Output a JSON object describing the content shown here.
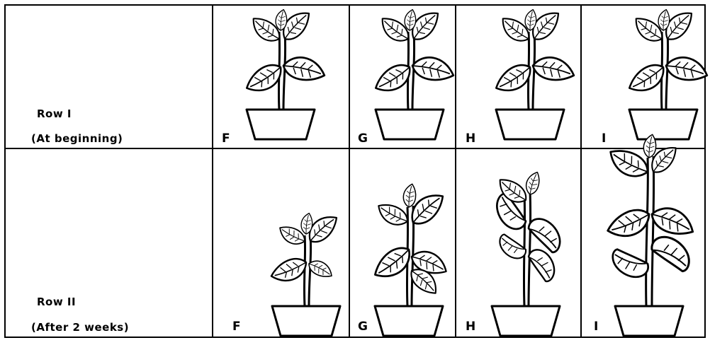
{
  "rows": [
    {
      "title": "Row I",
      "subtitle": "(At beginning)",
      "plants": [
        {
          "letter": "F",
          "icon": "healthy-plant-icon"
        },
        {
          "letter": "G",
          "icon": "healthy-plant-icon"
        },
        {
          "letter": "H",
          "icon": "healthy-plant-icon"
        },
        {
          "letter": "I",
          "icon": "healthy-plant-icon"
        }
      ]
    },
    {
      "title": "Row II",
      "subtitle": "(After 2 weeks)",
      "plants": [
        {
          "letter": "F",
          "icon": "slightly-grown-plant-icon"
        },
        {
          "letter": "G",
          "icon": "moderately-grown-plant-icon"
        },
        {
          "letter": "H",
          "icon": "wilting-plant-icon"
        },
        {
          "letter": "I",
          "icon": "tall-wilting-plant-icon"
        }
      ]
    }
  ]
}
